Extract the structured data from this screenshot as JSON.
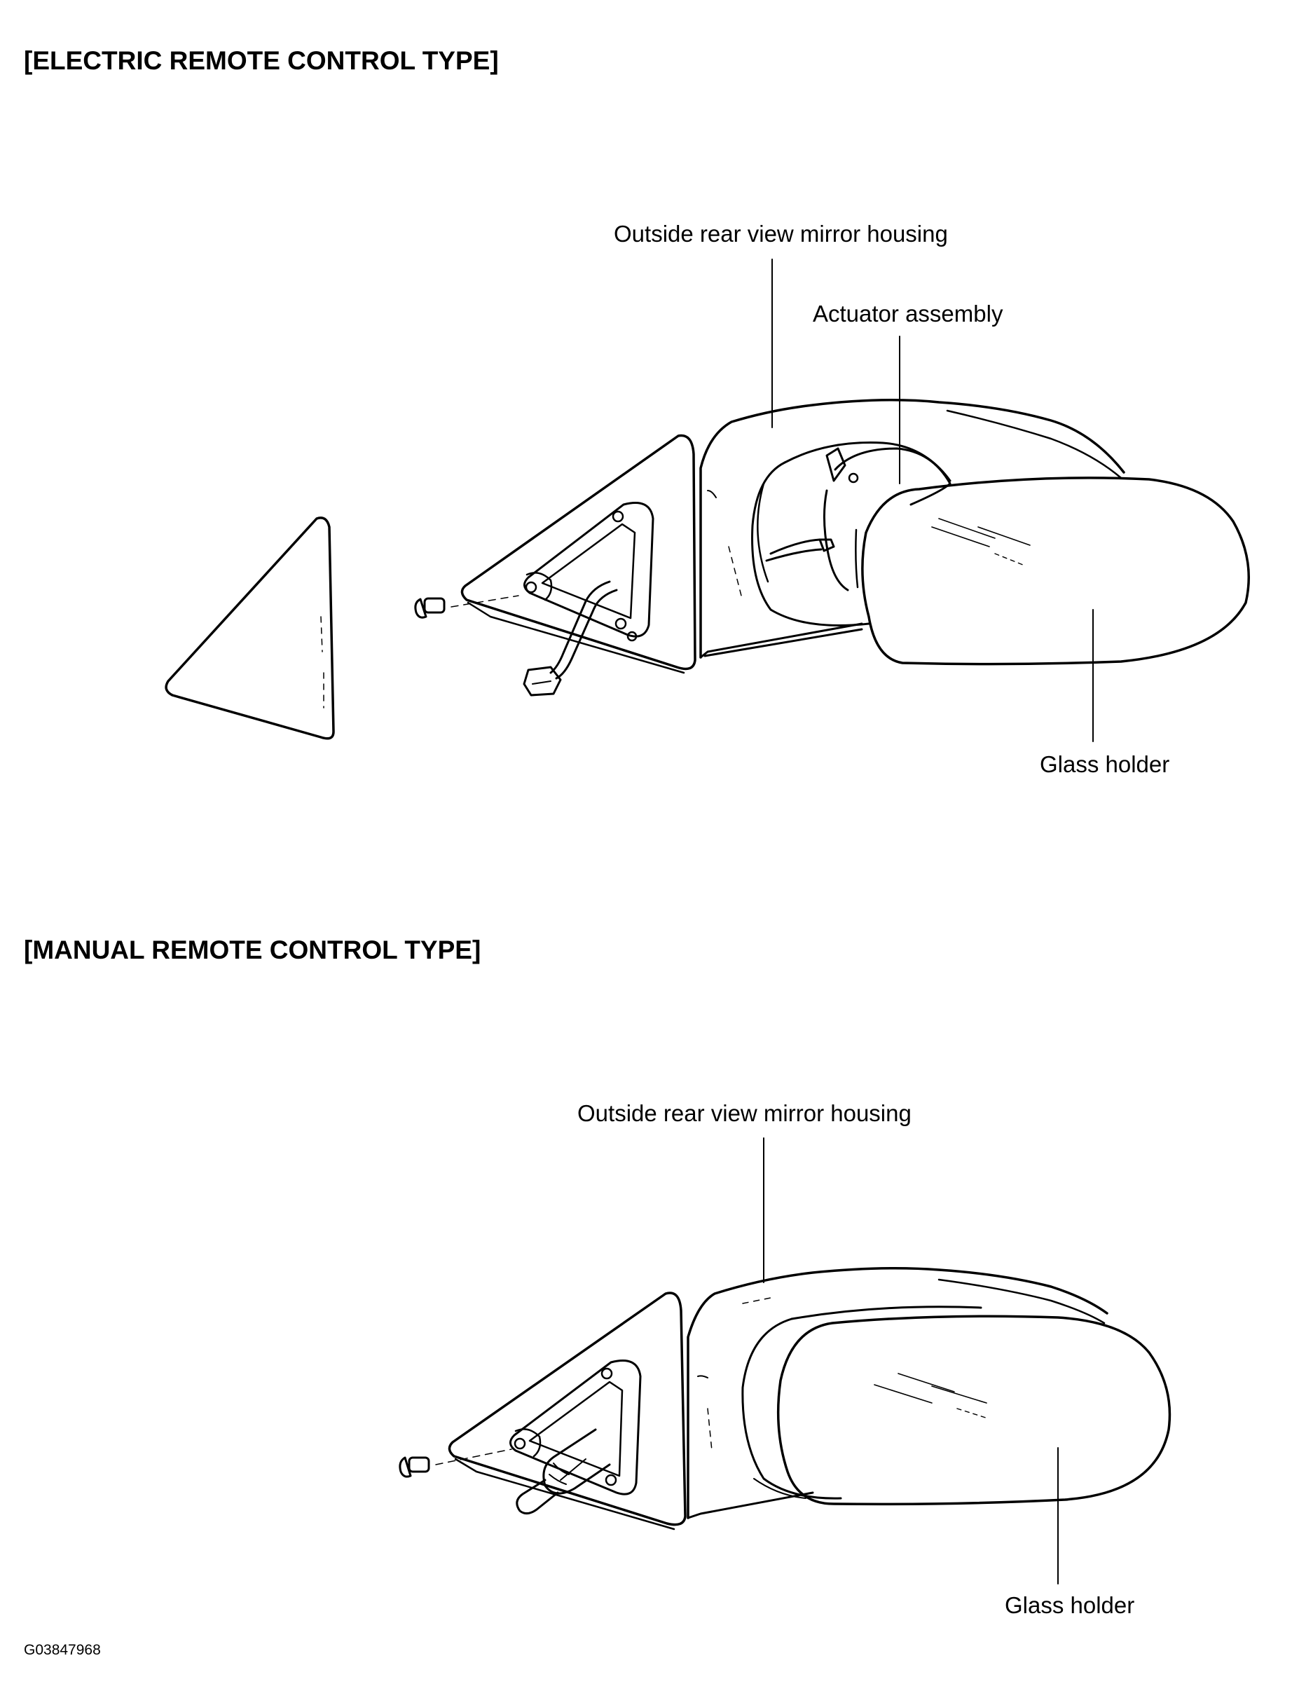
{
  "sections": [
    {
      "title": "[ELECTRIC REMOTE CONTROL TYPE]",
      "labels": {
        "housing": "Outside rear view mirror housing",
        "actuator": "Actuator assembly",
        "glass": "Glass holder"
      }
    },
    {
      "title": "[MANUAL REMOTE CONTROL TYPE]",
      "labels": {
        "housing": "Outside rear view mirror housing",
        "glass": "Glass holder"
      }
    }
  ],
  "figure_id": "G03847968"
}
